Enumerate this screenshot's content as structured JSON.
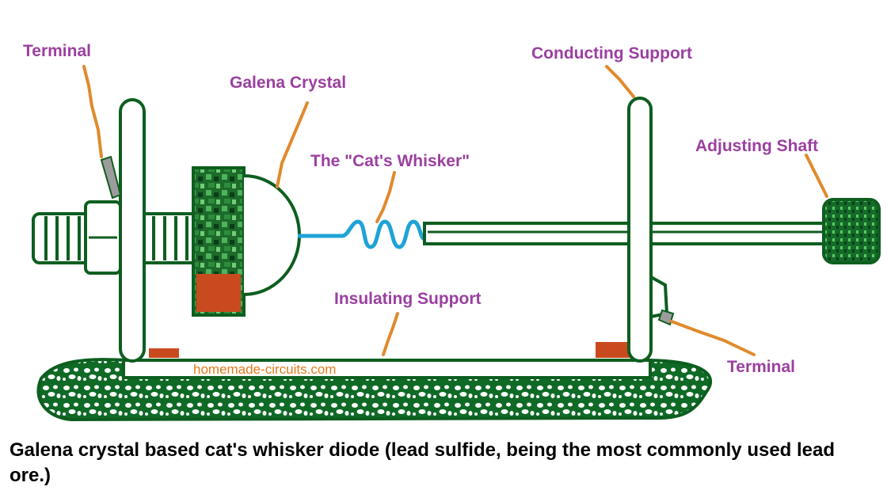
{
  "labels": {
    "terminal_left": "Terminal",
    "galena_crystal": "Galena Crystal",
    "cats_whisker": "The \"Cat's Whisker\"",
    "conducting_support": "Conducting Support",
    "adjusting_shaft": "Adjusting Shaft",
    "insulating_support": "Insulating Support",
    "terminal_right": "Terminal"
  },
  "watermark": "homemade-circuits.com",
  "caption": "Galena crystal based cat's whisker diode (lead sulfide, being the most commonly used lead ore.)",
  "colors": {
    "label": "#9b3fa0",
    "outline": "#0d5e1f",
    "pointer": "#e08a2c",
    "whisker": "#1fa3d6",
    "rust": "#c94a1e",
    "watermark": "#e07a1c",
    "caption": "#000000"
  }
}
